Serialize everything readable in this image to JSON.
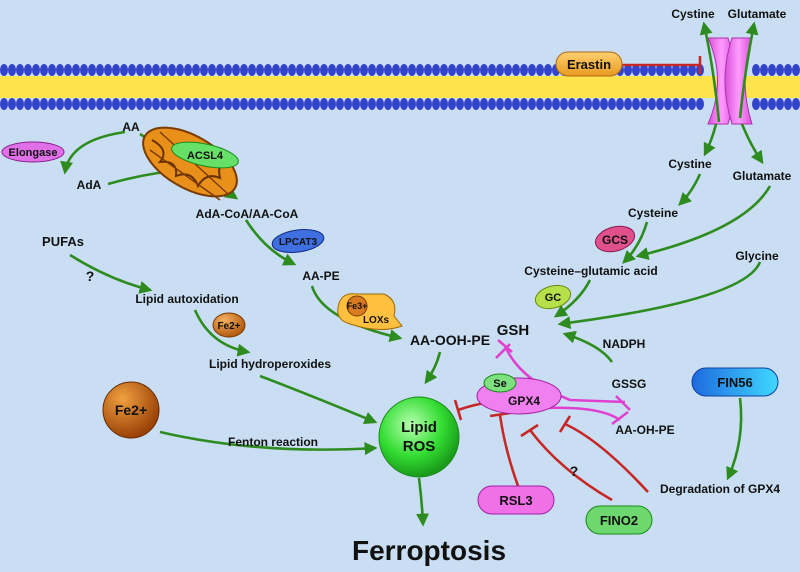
{
  "labels": {
    "cystine_out": "Cystine",
    "glutamate_out": "Glutamate",
    "erastin": "Erastin",
    "cystine_in": "Cystine",
    "glutamate_in": "Glutamate",
    "cysteine": "Cysteine",
    "gcs": "GCS",
    "glycine": "Glycine",
    "cys_glu": "Cysteine–glutamic acid",
    "gc": "GC",
    "gsh": "GSH",
    "nadph": "NADPH",
    "gssg": "GSSG",
    "aa_oh_pe": "AA-OH-PE",
    "fin56": "FIN56",
    "degradation": "Degradation of GPX4",
    "aa": "AA",
    "elongase": "Elongase",
    "acsl4": "ACSL4",
    "ada": "AdA",
    "ada_coa": "AdA-CoA/AA-CoA",
    "lpcat3": "LPCAT3",
    "aa_pe": "AA-PE",
    "fe3": "Fe3+",
    "loxs": "LOXs",
    "aa_ooh_pe": "AA-OOH-PE",
    "pufas": "PUFAs",
    "question1": "?",
    "lipid_autox": "Lipid autoxidation",
    "fe2_small": "Fe2+",
    "lipid_hydro": "Lipid hydroperoxides",
    "fe2_big": "Fe2+",
    "fenton": "Fenton reaction",
    "lipid_ros_1": "Lipid",
    "lipid_ros_2": "ROS",
    "se": "Se",
    "gpx4": "GPX4",
    "question2": "?",
    "rsl3": "RSL3",
    "fino2": "FINO2",
    "ferroptosis": "Ferroptosis"
  },
  "colors": {
    "background": "#c9def2",
    "activation_arrow": "#2e8b1f",
    "inhibition": "#c62828",
    "gpx4_link": "#e040d0",
    "membrane_head": "#3344cc",
    "membrane_tail": "#ffe34d",
    "transporter": "#f07af0",
    "lipid_ros": "#33dd33",
    "fe2": "#c05a10"
  }
}
